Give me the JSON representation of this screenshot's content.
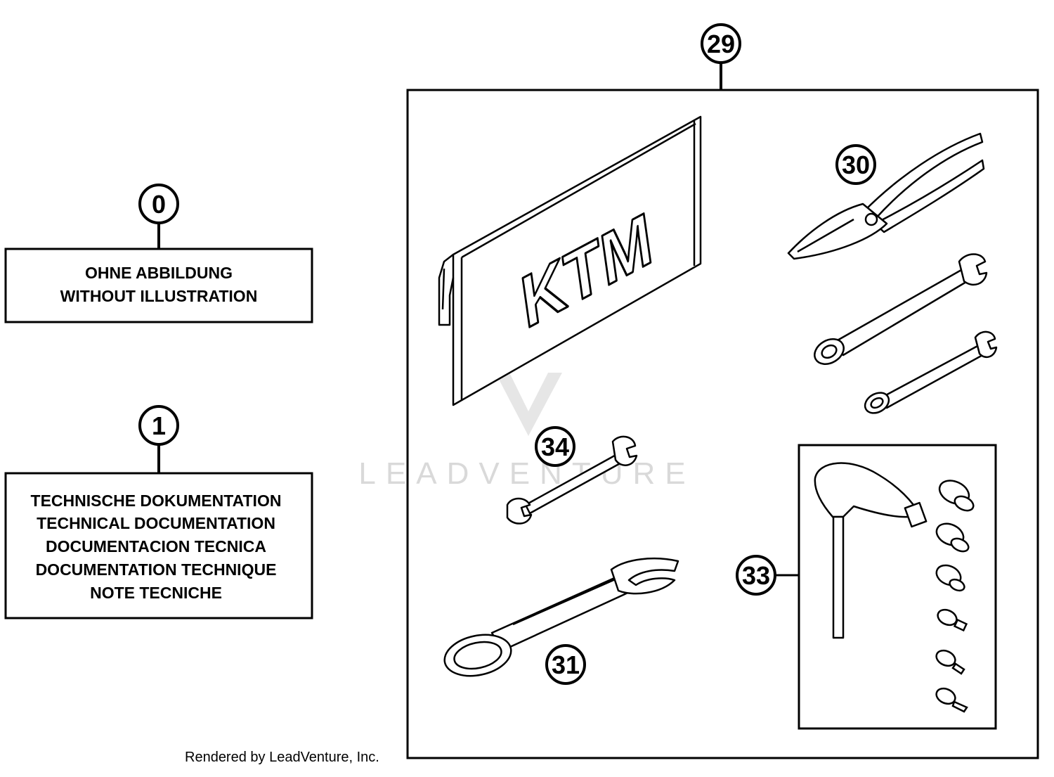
{
  "callouts": {
    "c0": "0",
    "c1": "1",
    "c29": "29",
    "c30": "30",
    "c31": "31",
    "c33": "33",
    "c34": "34"
  },
  "boxes": {
    "without_illustration": [
      "OHNE ABBILDUNG",
      "WITHOUT ILLUSTRATION"
    ],
    "technical_docs": [
      "TECHNISCHE DOKUMENTATION",
      "TECHNICAL DOCUMENTATION",
      "DOCUMENTACION TECNICA",
      "DOCUMENTATION TECHNIQUE",
      "NOTE TECNICHE"
    ]
  },
  "tool_bag_logo": "KTM",
  "watermark": "LEADVENTURE",
  "footer": "Rendered by LeadVenture, Inc.",
  "colors": {
    "line": "#000000",
    "watermark": "#d9d9d9",
    "background": "#ffffff"
  },
  "icons": [
    "tool-bag-icon",
    "pliers-icon",
    "open-end-wrench-icon",
    "combination-wrench-icon",
    "ring-spanner-icon",
    "t-handle-wrench-icon",
    "socket-bit-icon"
  ]
}
